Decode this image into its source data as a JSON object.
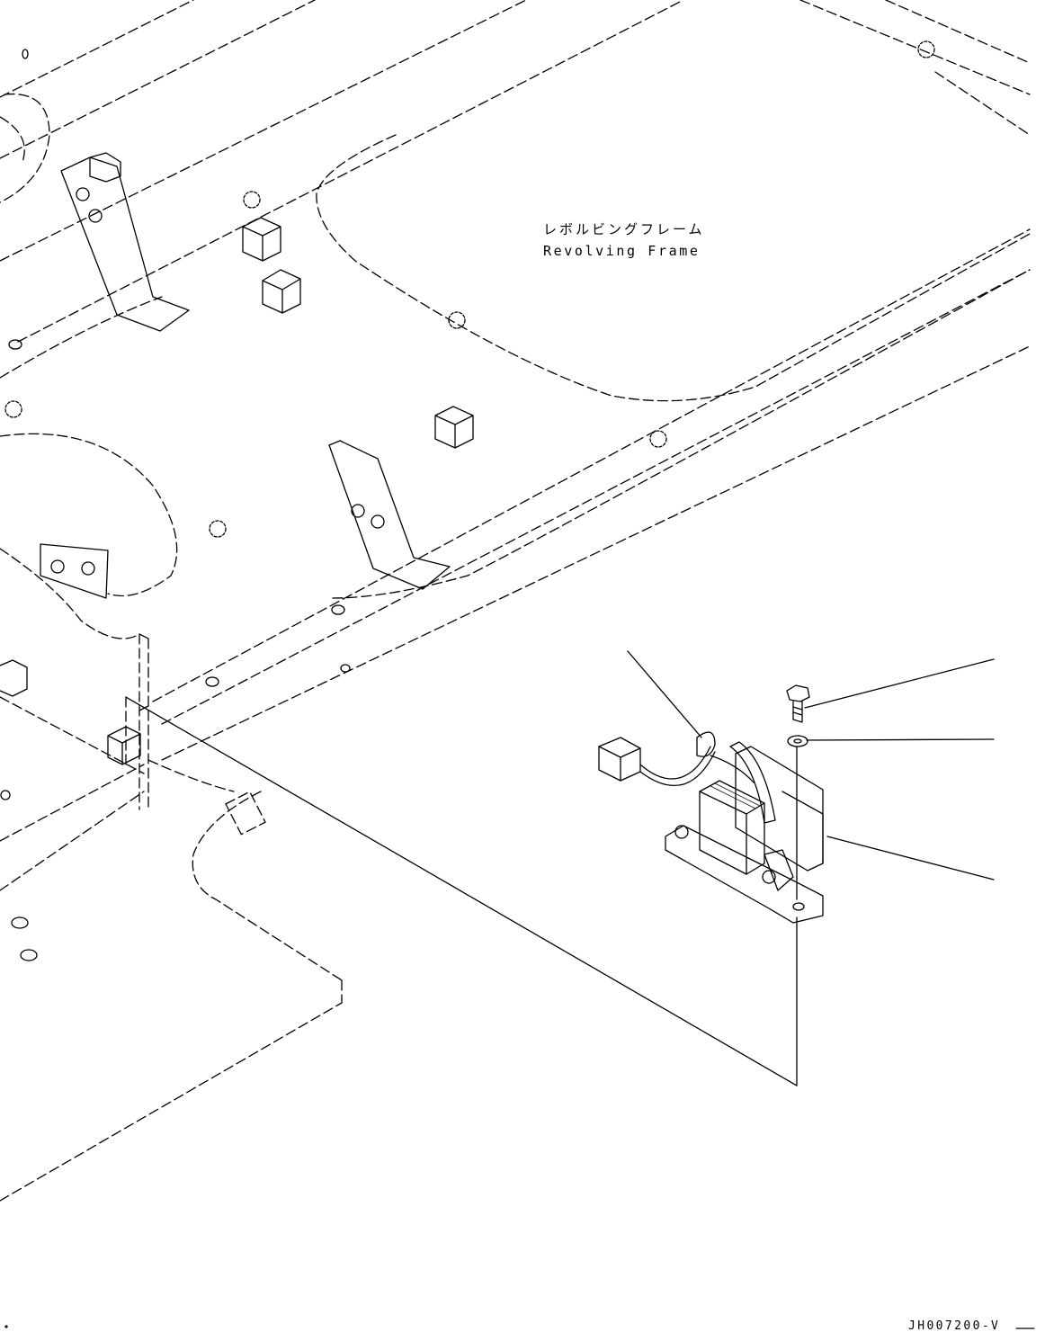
{
  "labels": {
    "part_name_jp": "レボルビングフレーム",
    "part_name_en": "Revolving Frame",
    "drawing_code": "JH007200-V"
  },
  "colors": {
    "ink": "#000000",
    "paper": "#ffffff"
  }
}
